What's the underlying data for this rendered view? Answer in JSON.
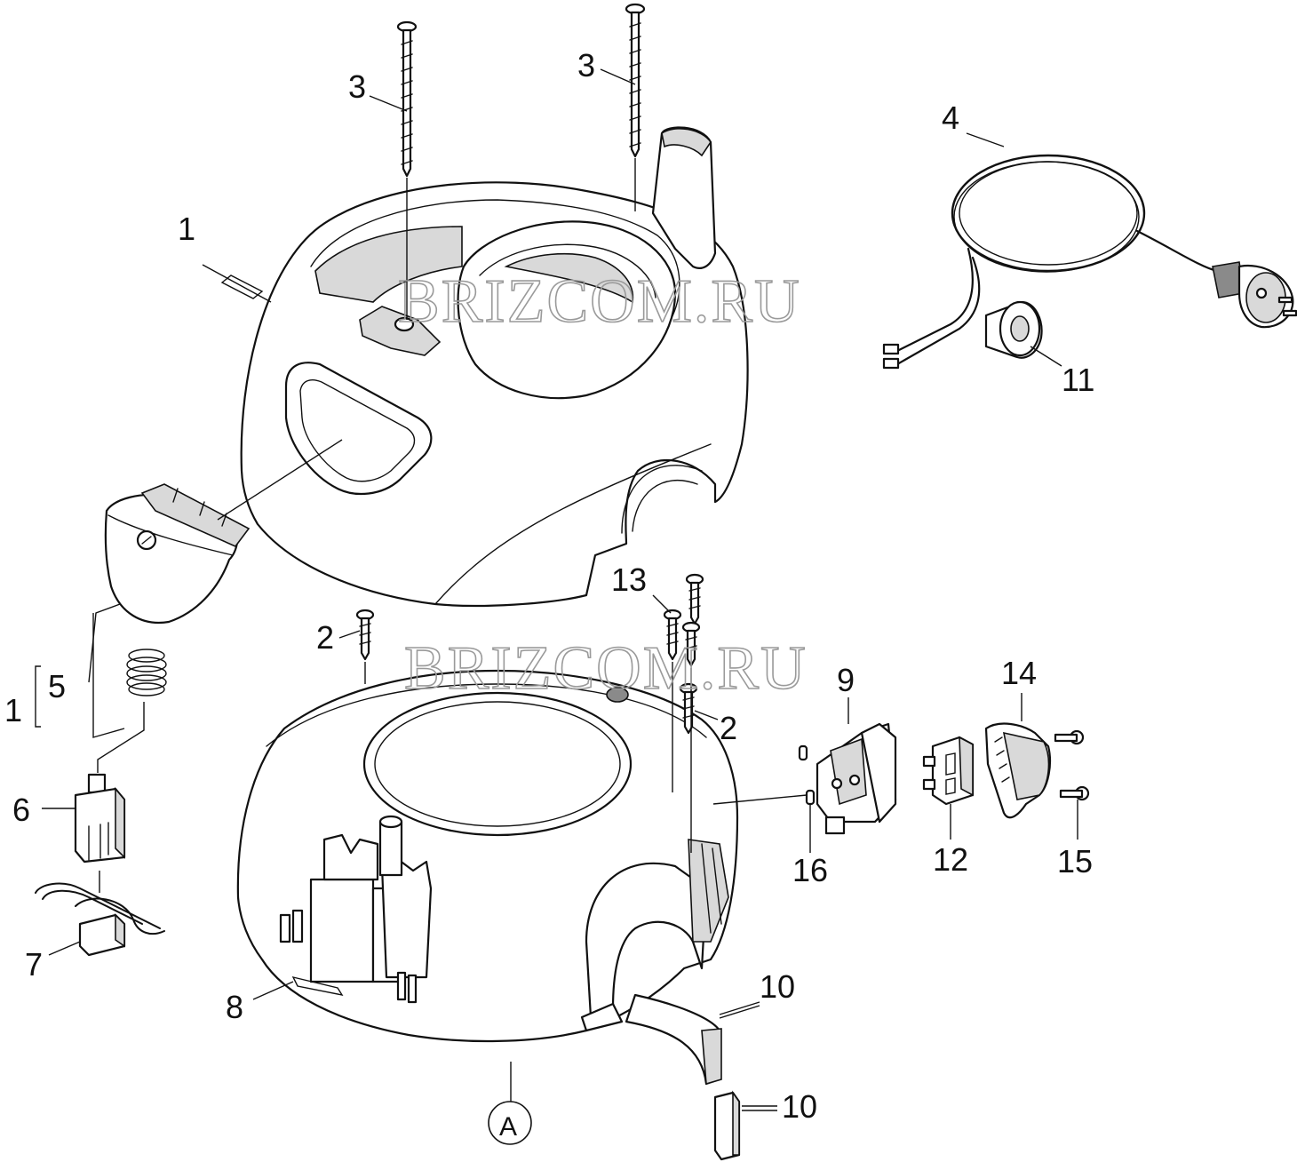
{
  "watermark": "BRIZCOM.RU",
  "callouts": [
    {
      "id": "c1a",
      "label": "1"
    },
    {
      "id": "c1b",
      "label": "1"
    },
    {
      "id": "c2a",
      "label": "2"
    },
    {
      "id": "c2b",
      "label": "2"
    },
    {
      "id": "c3a",
      "label": "3"
    },
    {
      "id": "c3b",
      "label": "3"
    },
    {
      "id": "c4",
      "label": "4"
    },
    {
      "id": "c5",
      "label": "5"
    },
    {
      "id": "c6",
      "label": "6"
    },
    {
      "id": "c7",
      "label": "7"
    },
    {
      "id": "c8",
      "label": "8"
    },
    {
      "id": "c9",
      "label": "9"
    },
    {
      "id": "c10a",
      "label": "10"
    },
    {
      "id": "c10b",
      "label": "10"
    },
    {
      "id": "c11",
      "label": "11"
    },
    {
      "id": "c12",
      "label": "12"
    },
    {
      "id": "c13",
      "label": "13"
    },
    {
      "id": "c14",
      "label": "14"
    },
    {
      "id": "c15",
      "label": "15"
    },
    {
      "id": "c16",
      "label": "16"
    },
    {
      "id": "cA",
      "label": "A"
    }
  ]
}
